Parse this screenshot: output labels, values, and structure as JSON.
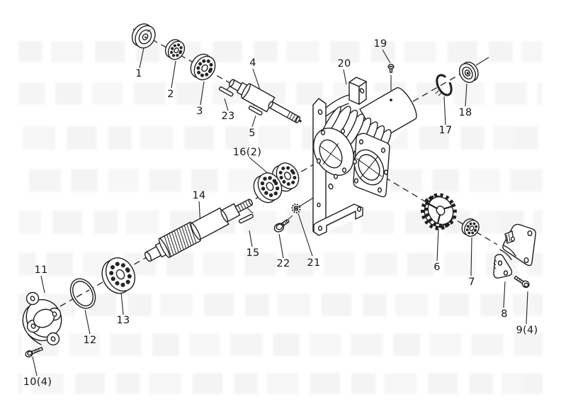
{
  "diagram": {
    "figure_type": "exploded parts diagram",
    "line_color": "#1f1f1f",
    "background_color": "#ffffff",
    "watermark_color": "rgba(0,0,0,0.05)"
  },
  "callouts": {
    "c1": "1",
    "c2": "2",
    "c3": "3",
    "c4": "4",
    "c5": "5",
    "c6": "6",
    "c7": "7",
    "c8": "8",
    "c9": "9(4)",
    "c10": "10(4)",
    "c11": "11",
    "c12": "12",
    "c13": "13",
    "c14": "14",
    "c15": "15",
    "c16": "16(2)",
    "c17": "17",
    "c18": "18",
    "c19": "19",
    "c20": "20",
    "c21": "21",
    "c22": "22",
    "c23": "23"
  },
  "parts": [
    {
      "callout": "1",
      "name": "end-washer"
    },
    {
      "callout": "2",
      "name": "ball-bearing-small"
    },
    {
      "callout": "3",
      "name": "ball-bearing"
    },
    {
      "callout": "4",
      "name": "input-shaft"
    },
    {
      "callout": "5",
      "name": "roll-pin"
    },
    {
      "callout": "6",
      "name": "sprocket-gear"
    },
    {
      "callout": "7",
      "name": "ball-bearing-small"
    },
    {
      "callout": "8",
      "name": "mounting-bracket"
    },
    {
      "callout": "9(4)",
      "name": "hex-bolt"
    },
    {
      "callout": "10(4)",
      "name": "hex-bolt"
    },
    {
      "callout": "11",
      "name": "flange-cover"
    },
    {
      "callout": "12",
      "name": "o-ring"
    },
    {
      "callout": "13",
      "name": "ball-bearing"
    },
    {
      "callout": "14",
      "name": "worm-shaft"
    },
    {
      "callout": "15",
      "name": "roll-pin"
    },
    {
      "callout": "16(2)",
      "name": "ball-bearing-pair"
    },
    {
      "callout": "17",
      "name": "retaining-ring"
    },
    {
      "callout": "18",
      "name": "end-washer"
    },
    {
      "callout": "19",
      "name": "set-screw"
    },
    {
      "callout": "20",
      "name": "gear-housing"
    },
    {
      "callout": "21",
      "name": "lock-washer"
    },
    {
      "callout": "22",
      "name": "flange-bolt"
    },
    {
      "callout": "23",
      "name": "roll-pin"
    }
  ]
}
